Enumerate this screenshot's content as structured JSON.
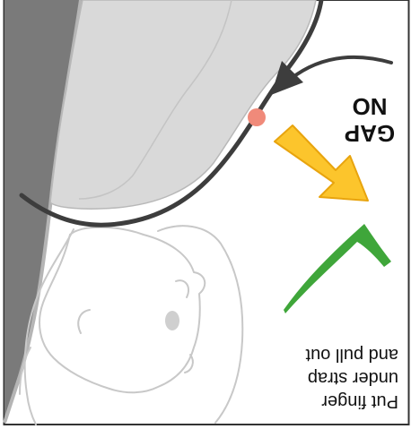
{
  "labels": {
    "no_gap_line1": "NO",
    "no_gap_line2": "GAP",
    "instruction_line1": "Put finger",
    "instruction_line2": "under strap",
    "instruction_line3": "and pull out"
  },
  "colors": {
    "background": "#ffffff",
    "frame": "#333333",
    "dark_panel": "#7a7a7a",
    "dark_panel_edge": "#b5b5b5",
    "garment": "#d9d9d9",
    "garment_outline": "#b8b8b8",
    "strap": "#3d3d3d",
    "baby_outline": "#c8c8c8",
    "dot": "#f08a7a",
    "yellow_arrow": "#fcc52c",
    "yellow_arrow_outline": "#e8a40e",
    "green_check": "#3fa63a",
    "text": "#111111"
  },
  "icons": {
    "direction_arrow": "down-arrow",
    "pull_arrow": "yellow-diagonal-arrow",
    "check": "check-mark"
  }
}
